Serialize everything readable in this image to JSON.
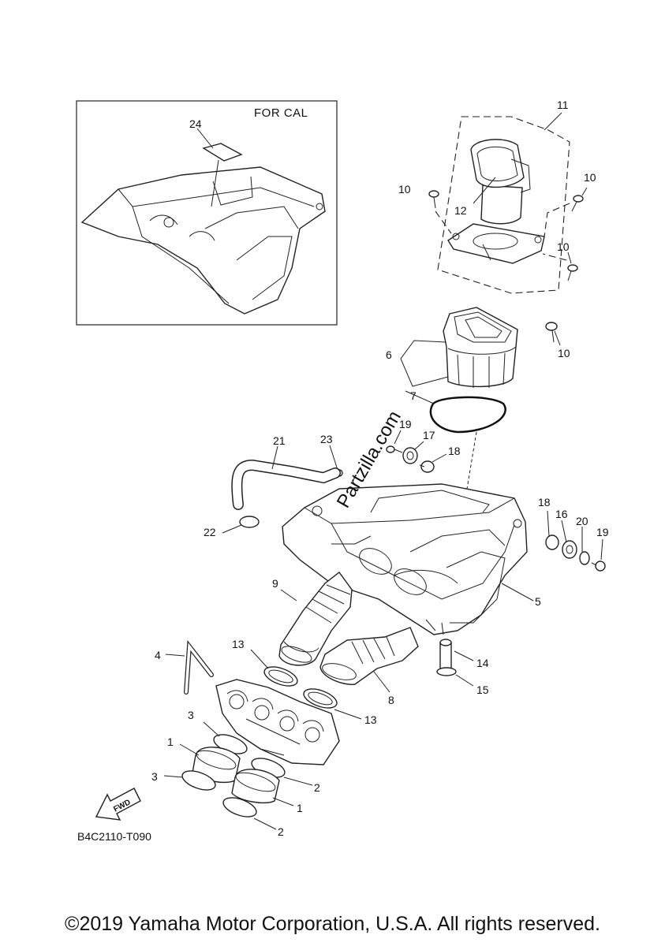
{
  "inset": {
    "title": "FOR CAL"
  },
  "callouts": {
    "c1": "1",
    "c1b": "1",
    "c2": "2",
    "c2b": "2",
    "c3": "3",
    "c3b": "3",
    "c4": "4",
    "c5": "5",
    "c6": "6",
    "c7": "7",
    "c8": "8",
    "c9": "9",
    "c10a": "10",
    "c10b": "10",
    "c10c": "10",
    "c10d": "10",
    "c11": "11",
    "c12": "12",
    "c13a": "13",
    "c13b": "13",
    "c14": "14",
    "c15": "15",
    "c16": "16",
    "c17": "17",
    "c18a": "18",
    "c18b": "18",
    "c19a": "19",
    "c19b": "19",
    "c20": "20",
    "c21": "21",
    "c22": "22",
    "c23": "23",
    "c24": "24"
  },
  "fwd_label": "FWD",
  "diagram_code": "B4C2110-T090",
  "watermark": "Partzilla.com",
  "copyright": "©2019 Yamaha Motor Corporation, U.S.A. All rights reserved."
}
